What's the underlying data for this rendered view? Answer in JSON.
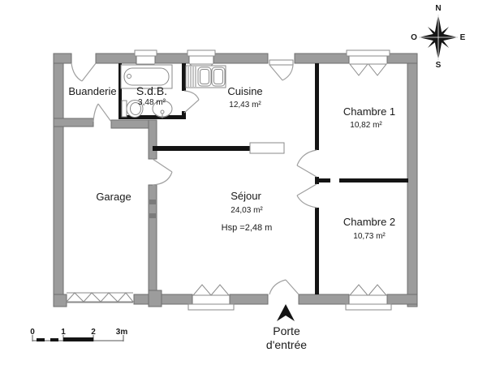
{
  "plan": {
    "rooms": [
      {
        "name": "Buanderie"
      },
      {
        "name": "S.d.B.",
        "area": "3,48 m²"
      },
      {
        "name": "Cuisine",
        "area": "12,43 m²"
      },
      {
        "name": "Chambre 1",
        "area": "10,82 m²"
      },
      {
        "name": "Garage"
      },
      {
        "name": "Séjour",
        "area": "24,03 m²",
        "ceiling_height": "Hsp =2,48 m"
      },
      {
        "name": "Chambre 2",
        "area": "10,73 m²"
      }
    ],
    "entrance_label": {
      "line1": "Porte",
      "line2": "d'entrée"
    }
  },
  "compass": {
    "north": "N",
    "east": "E",
    "south": "S",
    "west": "O"
  },
  "scale_bar": {
    "tick_labels": [
      "0",
      "1",
      "2",
      "3m"
    ]
  },
  "colors": {
    "wall_fill": "#9c9c9c",
    "wall_stroke": "#6e6e6e",
    "partition": "#141414",
    "text": "#1a1a1a"
  }
}
